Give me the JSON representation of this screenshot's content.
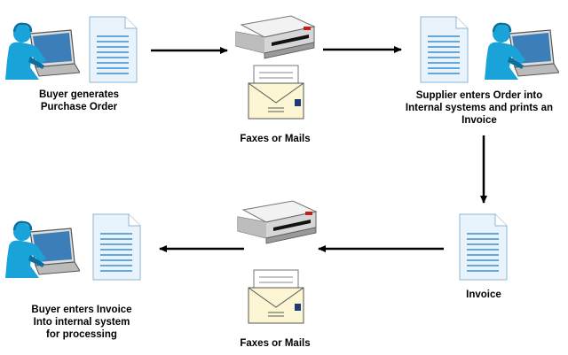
{
  "labels": {
    "buyer_generates": [
      "Buyer generates",
      "Purchase Order"
    ],
    "faxes_top": "Faxes or Mails",
    "supplier_enters": [
      "Supplier enters Order into",
      "Internal systems and prints an",
      "Invoice"
    ],
    "invoice": "Invoice",
    "faxes_bottom": "Faxes or Mails",
    "buyer_enters": [
      "Buyer enters Invoice",
      "Into internal system",
      "for processing"
    ]
  },
  "icons": {
    "person": "person-at-computer-icon",
    "document": "document-icon",
    "printer": "fax-printer-icon",
    "mail": "envelope-icon",
    "arrow": "arrow-icon"
  },
  "colors": {
    "person": "#1aa3d9",
    "person_dark": "#0b6f9e",
    "laptop_screen": "#3c7fb8",
    "document_line": "#3a8fd0",
    "document_fill": "#e8f3fb",
    "envelope_fill": "#fcf6d4",
    "stamp": "#1f3a78",
    "arrow": "#000000"
  }
}
